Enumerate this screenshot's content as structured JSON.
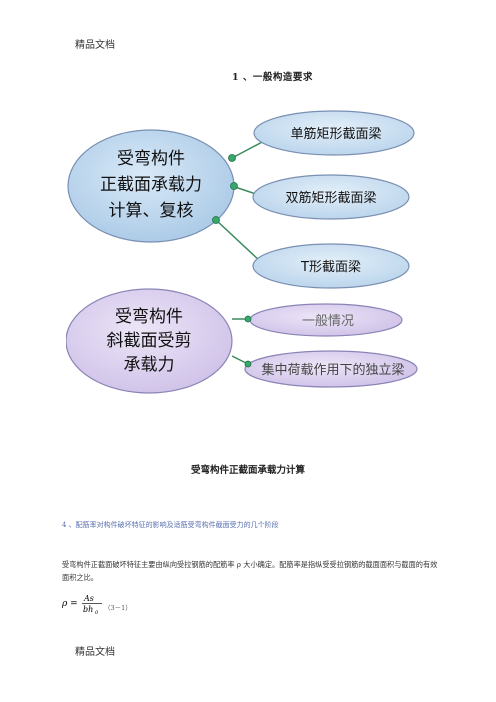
{
  "header": {
    "text": "精品文档"
  },
  "section_title": "1 、一般构造要求",
  "diagram": {
    "top_group": {
      "main_lines": [
        "受弯构件",
        "正截面承载力",
        "计算、复核"
      ],
      "items": [
        "单筋矩形截面梁",
        "双筋矩形截面梁",
        "T形截面梁"
      ]
    },
    "bottom_group": {
      "main_lines": [
        "受弯构件",
        "斜截面受剪",
        "承载力"
      ],
      "items": [
        "一般情况",
        "集中荷载作用下的独立梁"
      ]
    },
    "colors": {
      "main_fill": "#bcd7ee",
      "item_fill": "#c9def1",
      "lavender_fill": "#dcd1ee",
      "outline": "#7a8fb2",
      "connector": "#3a8a5c",
      "node": "#36a86b"
    }
  },
  "caption": "受弯构件正截面承载力计算",
  "subsection_title": "4 、配筋率对构件破坏特征的影响及适筋受弯构件截面受力的几个阶段",
  "paragraph": "受弯构件正截面破坏特征主要由纵向受拉钢筋的配筋率 ρ 大小确定。配筋率是指纵受受拉钢筋的截面面积与截面的有效面积之比。",
  "formula": {
    "lhs": "ρ =",
    "numerator": "As",
    "denominator": "bh",
    "subscript": "0",
    "tag": "（3－1）"
  },
  "footer": {
    "text": "精品文档"
  }
}
